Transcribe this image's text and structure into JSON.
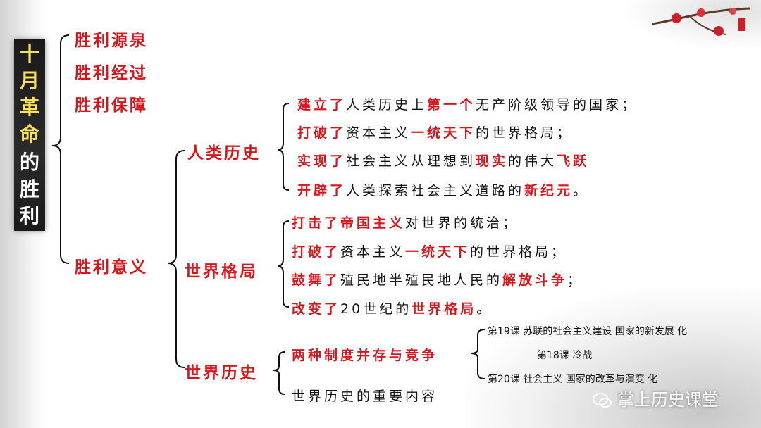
{
  "title_chars": [
    {
      "ch": "十",
      "color": "yellow"
    },
    {
      "ch": "月",
      "color": "yellow"
    },
    {
      "ch": "革",
      "color": "yellow"
    },
    {
      "ch": "命",
      "color": "yellow"
    },
    {
      "ch": "的",
      "color": "white"
    },
    {
      "ch": "胜",
      "color": "white"
    },
    {
      "ch": "利",
      "color": "white"
    }
  ],
  "level1": {
    "source": "胜利源泉",
    "process": "胜利经过",
    "guarantee": "胜利保障",
    "significance": "胜利意义"
  },
  "level2": {
    "human_history": "人类历史",
    "world_pattern": "世界格局",
    "world_history": "世界历史"
  },
  "human_items": [
    [
      {
        "t": "建立了",
        "r": true
      },
      {
        "t": "人类历史上"
      },
      {
        "t": "第一个",
        "r": true
      },
      {
        "t": "无产阶级领导的国家；"
      }
    ],
    [
      {
        "t": "打破了",
        "r": true
      },
      {
        "t": "资本主义"
      },
      {
        "t": "一统天下",
        "r": true
      },
      {
        "t": "的世界格局；"
      }
    ],
    [
      {
        "t": "实现了",
        "r": true
      },
      {
        "t": "社会主义从理想到"
      },
      {
        "t": "现实",
        "r": true
      },
      {
        "t": "的伟大"
      },
      {
        "t": "飞跃",
        "r": true
      }
    ],
    [
      {
        "t": "开辟了",
        "r": true
      },
      {
        "t": "人类探索社会主义道路的"
      },
      {
        "t": "新纪元",
        "r": true
      },
      {
        "t": "。"
      }
    ]
  ],
  "world_items": [
    [
      {
        "t": "打击了帝国主义",
        "r": true
      },
      {
        "t": "对世界的统治；"
      }
    ],
    [
      {
        "t": "打破了",
        "r": true
      },
      {
        "t": "资本主义"
      },
      {
        "t": "一统天下",
        "r": true
      },
      {
        "t": "的世界格局；"
      }
    ],
    [
      {
        "t": "鼓舞了",
        "r": true
      },
      {
        "t": "殖民地半殖民地人民的"
      },
      {
        "t": "解放斗争",
        "r": true
      },
      {
        "t": "；"
      }
    ],
    [
      {
        "t": "改变了",
        "r": true
      },
      {
        "t": "20世纪的"
      },
      {
        "t": "世界格局",
        "r": true
      },
      {
        "t": "。"
      }
    ]
  ],
  "history_items": {
    "coexist": "两种制度并存与竞争",
    "important": "世界历史的重要内容"
  },
  "lessons": {
    "lesson19": "第19课 苏联的社会主义建设 国家的新发展 化",
    "lesson18": "第18课 冷战",
    "lesson20": "第20课 社会主义 国家的改革与演变 化"
  },
  "watermark": "掌上历史课堂"
}
